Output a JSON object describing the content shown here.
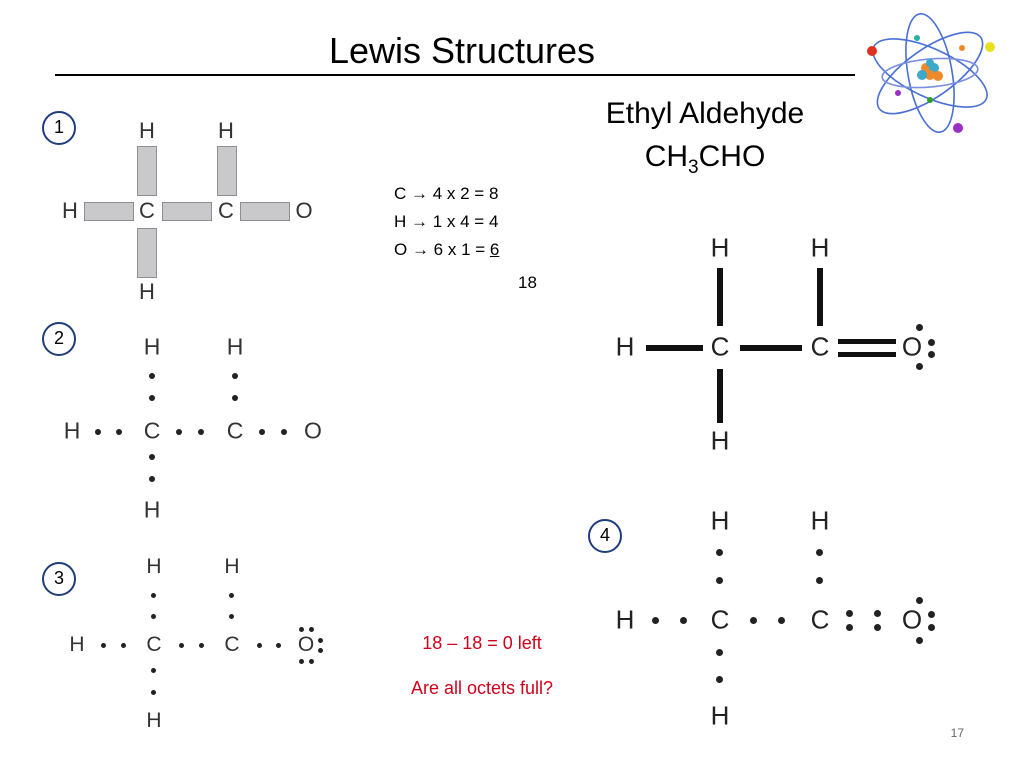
{
  "slide": {
    "title": "Lewis Structures",
    "compound_name": "Ethyl Aldehyde",
    "formula_pre": "CH",
    "formula_sub": "3",
    "formula_post": "CHO",
    "page_number": "17"
  },
  "steps": [
    "1",
    "2",
    "3",
    "4"
  ],
  "atoms": {
    "h": "H",
    "c": "C",
    "o": "O"
  },
  "electron_count": {
    "line1": "C → 4 x 2 = 8",
    "line2": "H → 1 x 4 = 4",
    "line3_prefix": "O → 6 x 1 = ",
    "line3_value": "6 ",
    "total": "18"
  },
  "notes": {
    "left_over": "18 – 18 = 0 left",
    "question": "Are all octets full?"
  },
  "colors": {
    "note_red": "#d0021b",
    "badge_border": "#1f3d7a",
    "placeholder_box": "#c9c9cc"
  },
  "logo": {
    "icon": "atom-icon"
  }
}
